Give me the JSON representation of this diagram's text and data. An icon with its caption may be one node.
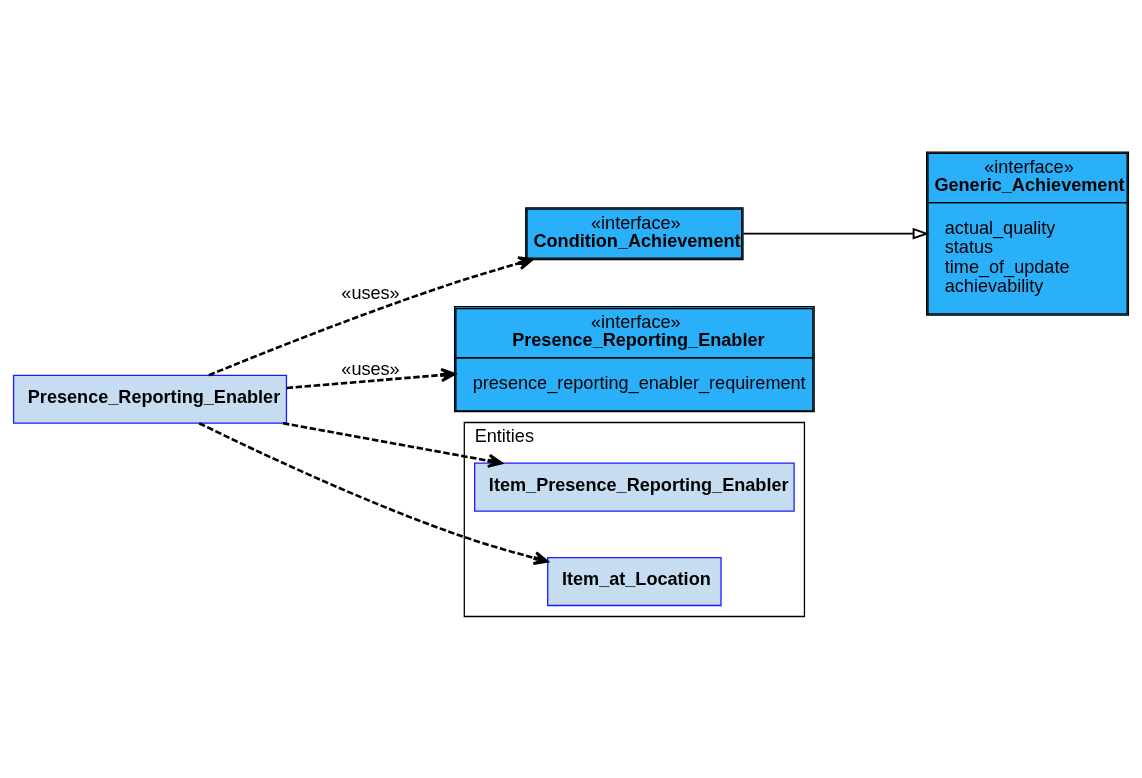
{
  "diagram": {
    "nodes": [
      {
        "text": [
          "«interface»",
          "Generic_Achievement",
          "actual_quality",
          "status",
          "time_of_update",
          "achievability"
        ]
      },
      {
        "text": [
          "«interface»",
          "Condition_Achievement"
        ]
      },
      {
        "text": [
          "«interface»",
          "Presence_Reporting_Enabler",
          "presence_reporting_enabler_requirement"
        ]
      },
      {
        "text": [
          "Presence_Reporting_Enabler"
        ]
      },
      {
        "text": [
          "Entities"
        ]
      },
      {
        "text": [
          "Item_Presence_Reporting_Enabler"
        ],
        "in": 4
      },
      {
        "text": [
          "Item_at_Location"
        ],
        "in": 4
      }
    ],
    "edges": [
      {
        "from": 1,
        "to": 0,
        "arrow": "to"
      },
      {
        "from": 3,
        "to": 1,
        "arrow": "to",
        "label": "«uses»",
        "style": "dashed"
      },
      {
        "from": 3,
        "to": 2,
        "arrow": "to",
        "label": "«uses»",
        "style": "dashed"
      },
      {
        "from": 3,
        "to": 5,
        "arrow": "to",
        "style": "dashed"
      },
      {
        "from": 3,
        "to": 6,
        "arrow": "to",
        "style": "dashed"
      }
    ]
  }
}
